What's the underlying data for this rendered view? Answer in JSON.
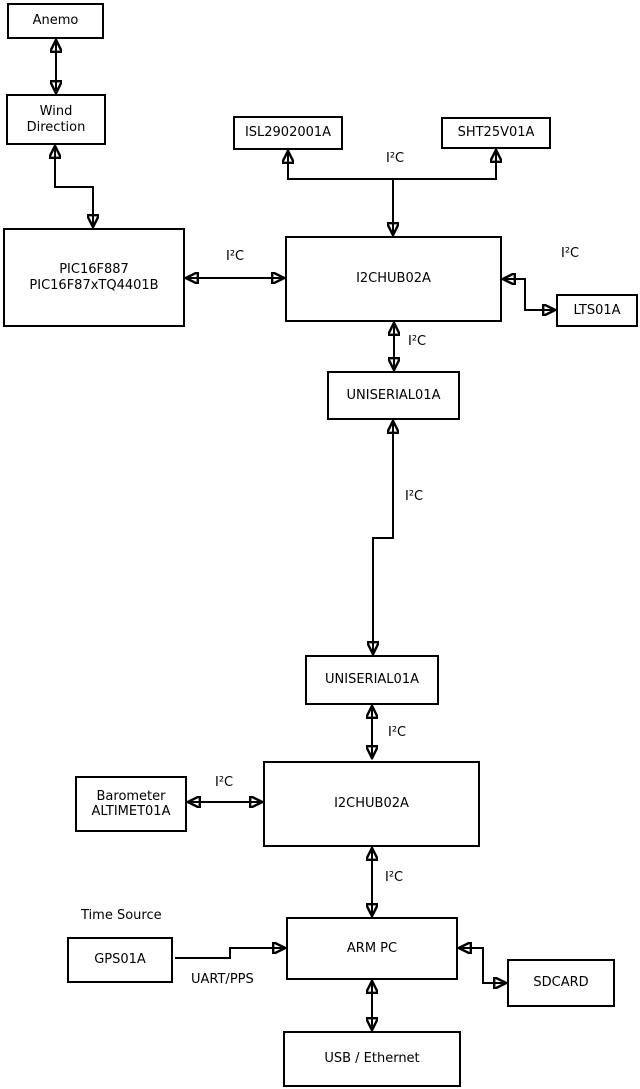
{
  "diagram": {
    "title_hint": "sensor-network block diagram",
    "colors": {
      "background": "#ffffff",
      "line": "#000000",
      "box_border": "#000000",
      "box_fill": "#ffffff",
      "text": "#000000"
    },
    "nodes": {
      "anemo": {
        "label": "Anemo"
      },
      "wind": {
        "line1": "Wind",
        "line2": "Direction"
      },
      "pic": {
        "line1": "PIC16F887",
        "line2": "PIC16F87xTQ4401B"
      },
      "isl": {
        "label": "ISL2902001A"
      },
      "sht": {
        "label": "SHT25V01A"
      },
      "hub1": {
        "label": "I2CHUB02A"
      },
      "lts": {
        "label": "LTS01A"
      },
      "uni1": {
        "label": "UNISERIAL01A"
      },
      "uni2": {
        "label": "UNISERIAL01A"
      },
      "hub2": {
        "label": "I2CHUB02A"
      },
      "baro": {
        "line1": "Barometer",
        "line2": "ALTIMET01A"
      },
      "gps": {
        "label": "GPS01A"
      },
      "arm": {
        "label": "ARM PC"
      },
      "sd": {
        "label": "SDCARD"
      },
      "usb": {
        "label": "USB / Ethernet"
      }
    },
    "edge_labels": {
      "i2c_pic_hub1": "I²C",
      "i2c_bus_top": "I²C",
      "i2c_hub1_lts": "I²C",
      "i2c_hub1_uni1": "I²C",
      "i2c_uni1_uni2": "I²C",
      "i2c_uni2_hub2": "I²C",
      "i2c_baro_hub2": "I²C",
      "i2c_hub2_arm": "I²C",
      "time_source": "Time Source",
      "uart_pps": "UART/PPS"
    },
    "edges": [
      {
        "from": "Anemo",
        "to": "Wind Direction",
        "bidirectional": true
      },
      {
        "from": "Wind Direction",
        "to": "PIC16F887 PIC16F87xTQ4401B",
        "bidirectional": true
      },
      {
        "from": "PIC16F887 PIC16F87xTQ4401B",
        "to": "I2CHUB02A",
        "label": "I²C",
        "bidirectional": true
      },
      {
        "from": "I2CHUB02A",
        "to": "ISL2902001A",
        "label": "I²C"
      },
      {
        "from": "I2CHUB02A",
        "to": "SHT25V01A",
        "label": "I²C"
      },
      {
        "from": "I2CHUB02A",
        "to": "LTS01A",
        "label": "I²C",
        "bidirectional": true
      },
      {
        "from": "I2CHUB02A",
        "to": "UNISERIAL01A",
        "label": "I²C",
        "bidirectional": true
      },
      {
        "from": "UNISERIAL01A",
        "to": "UNISERIAL01A",
        "label": "I²C",
        "bidirectional": true
      },
      {
        "from": "UNISERIAL01A",
        "to": "I2CHUB02A (lower)",
        "label": "I²C",
        "bidirectional": true
      },
      {
        "from": "Barometer ALTIMET01A",
        "to": "I2CHUB02A (lower)",
        "label": "I²C",
        "bidirectional": true
      },
      {
        "from": "I2CHUB02A (lower)",
        "to": "ARM PC",
        "label": "I²C",
        "bidirectional": true
      },
      {
        "from": "GPS01A",
        "to": "ARM PC",
        "label": "UART/PPS",
        "bidirectional": false
      },
      {
        "from": "ARM PC",
        "to": "SDCARD",
        "bidirectional": true
      },
      {
        "from": "ARM PC",
        "to": "USB / Ethernet",
        "bidirectional": true
      }
    ]
  }
}
